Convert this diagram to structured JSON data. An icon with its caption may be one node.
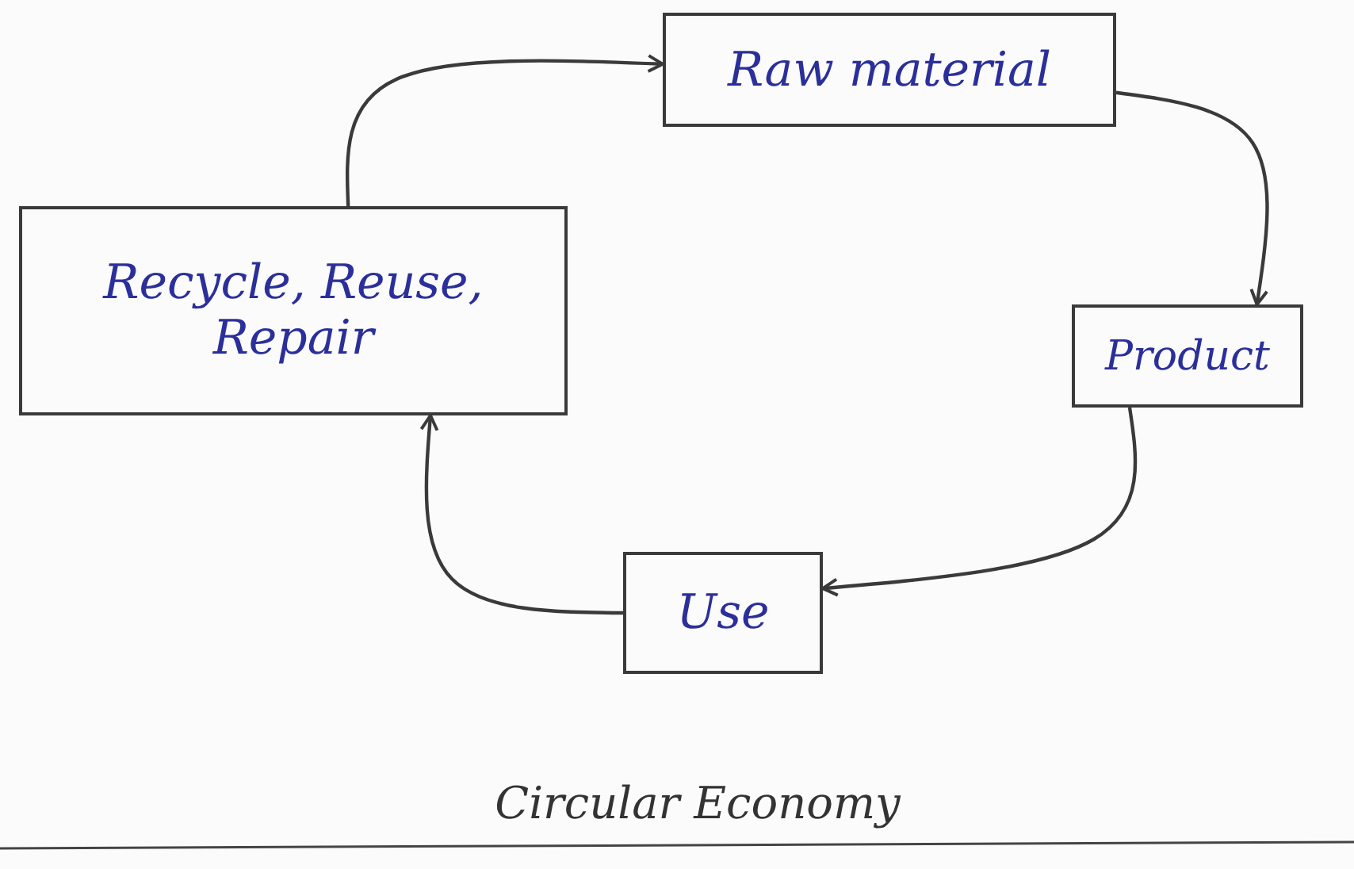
{
  "diagram": {
    "caption": "Circular Economy",
    "nodes": [
      {
        "text": [
          "Raw material"
        ]
      },
      {
        "text": [
          "Recycle, Reuse, Repair"
        ]
      },
      {
        "text": [
          "Product"
        ]
      },
      {
        "text": [
          "Use"
        ]
      }
    ],
    "edges": [
      {
        "from": 1,
        "to": 0,
        "arrow": "to"
      },
      {
        "from": 0,
        "to": 2,
        "arrow": "to"
      },
      {
        "from": 2,
        "to": 3,
        "arrow": "to"
      },
      {
        "from": 3,
        "to": 1,
        "arrow": "to"
      }
    ]
  }
}
